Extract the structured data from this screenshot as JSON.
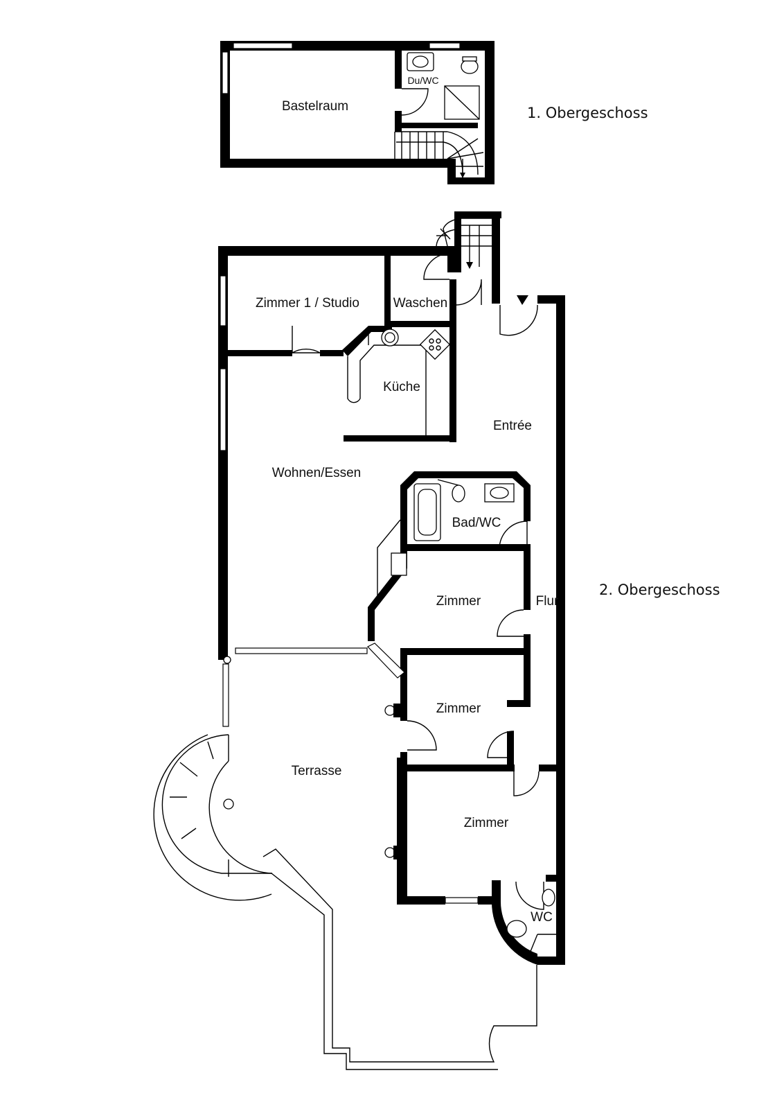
{
  "floors": [
    {
      "label": "1. Obergeschoss"
    },
    {
      "label": "2. Obergeschoss"
    }
  ],
  "rooms": {
    "bastelraum": "Bastelraum",
    "du_wc": "Du/WC",
    "zimmer_studio": "Zimmer 1 / Studio",
    "waschen": "Waschen",
    "kueche": "Küche",
    "entree": "Entrée",
    "wohnen_essen": "Wohnen/Essen",
    "bad_wc": "Bad/WC",
    "zimmer_a": "Zimmer",
    "flur": "Flur",
    "zimmer_b": "Zimmer",
    "terrasse": "Terrasse",
    "zimmer_c": "Zimmer",
    "wc": "WC"
  }
}
